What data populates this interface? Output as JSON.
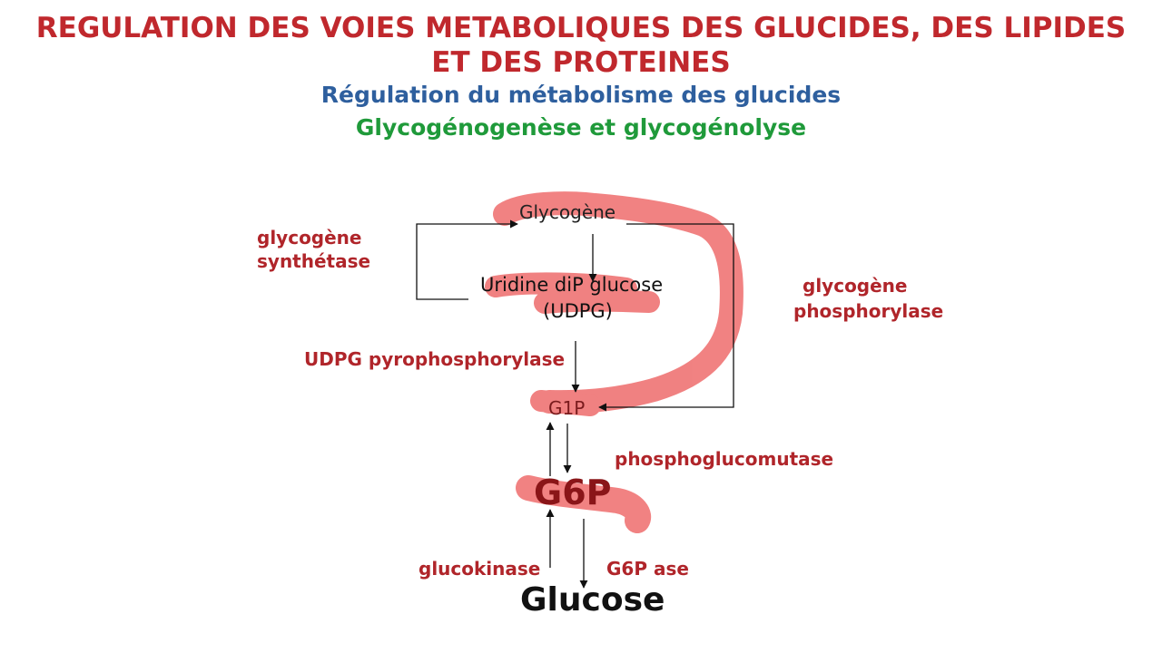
{
  "header": {
    "title_line1": "REGULATION DES VOIES METABOLIQUES DES GLUCIDES, DES LIPIDES",
    "title_line2": "ET DES PROTEINES",
    "subtitle1": "Régulation du métabolisme des glucides",
    "subtitle2": "Glycogénogenèse et glycogénolyse"
  },
  "nodes": {
    "glycogene": "Glycogène",
    "udpg_line1": "Uridine diP glucose",
    "udpg_line2": "(UDPG)",
    "g1p": "G1P",
    "g6p": "G6P",
    "glucose": "Glucose"
  },
  "enzymes": {
    "glycogene_synthetase_line1": "glycogène",
    "glycogene_synthetase_line2": "synthétase",
    "glycogene_phosphorylase_line1": "glycogène",
    "glycogene_phosphorylase_line2": "phosphorylase",
    "udpg_pyrophosphorylase": "UDPG pyrophosphorylase",
    "phosphoglucomutase": "phosphoglucomutase",
    "glucokinase": "glucokinase",
    "g6p_ase": "G6P ase"
  },
  "colors": {
    "title_red": "#c0282d",
    "subtitle_blue": "#2e5f9e",
    "subtitle_green": "#1f9a3a",
    "enzyme_red": "#b0252a",
    "highlight_pink": "#f07b7b"
  }
}
